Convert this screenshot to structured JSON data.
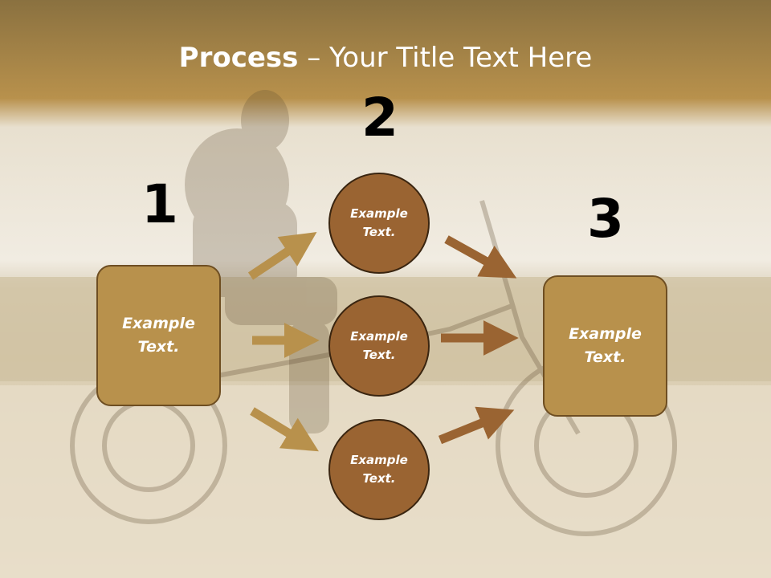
{
  "title": {
    "bold": "Process",
    "dash": " – ",
    "rest": "Your Title Text Here"
  },
  "steps": {
    "one": "1",
    "two": "2",
    "three": "3"
  },
  "nodes": {
    "left_box": "Example Text.",
    "circle_top": "Example Text.",
    "circle_middle": "Example Text.",
    "circle_bottom": "Example Text.",
    "right_box": "Example Text."
  },
  "colors": {
    "box_fill": "#b8914c",
    "circle_fill": "#9a6432",
    "arrow_light": "#b8914c",
    "arrow_dark": "#9a6432",
    "title_band": "#b08a45"
  }
}
